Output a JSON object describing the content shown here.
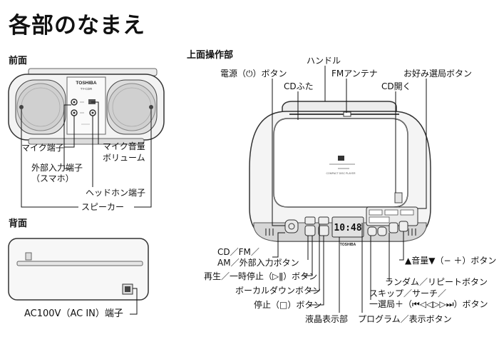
{
  "title": "各部のなまえ",
  "sections": {
    "front": "前面",
    "top": "上面操作部",
    "back": "背面"
  },
  "device": {
    "brand": "TOSHIBA",
    "model": "TY-CDR",
    "display_time": "10:48",
    "cd_lid_small_text": "COMPACT DISC PLAYER",
    "top_bottom_brand": "TOSHIBA"
  },
  "front_labels": {
    "mic_jack": "マイク端子",
    "ext_input_line1": "外部入力端子",
    "ext_input_line2": "（スマホ）",
    "mic_volume_line1": "マイク音量",
    "mic_volume_line2": "ボリューム",
    "headphone_jack": "ヘッドホン端子",
    "speaker": "スピーカー"
  },
  "back_labels": {
    "ac_jack": "AC100V（AC IN）端子"
  },
  "top_labels": {
    "handle": "ハンドル",
    "power_button": "電源（⏻）ボタン",
    "fm_antenna": "FMアンテナ",
    "preset_button": "お好み選局ボタン",
    "cd_lid": "CDふた",
    "cd_open": "CD開く",
    "source_line1": "CD／FM／",
    "source_line2": "AM／外部入力ボタン",
    "play_pause": "再生／一時停止（▷ǁ）ボタン",
    "vocal_down": "ボーカルダウンボタン",
    "stop": "停止（□）ボタン",
    "lcd": "液晶表示部",
    "volume": "▲音量▼（− ＋）ボタン",
    "random_repeat": "ランダム／リピートボタン",
    "skip_line1": "スキップ／サーチ／",
    "skip_line2": "一選局＋（⏮◁◁▷▷⏭）ボタン",
    "program_display": "プログラム／表示ボタン"
  }
}
